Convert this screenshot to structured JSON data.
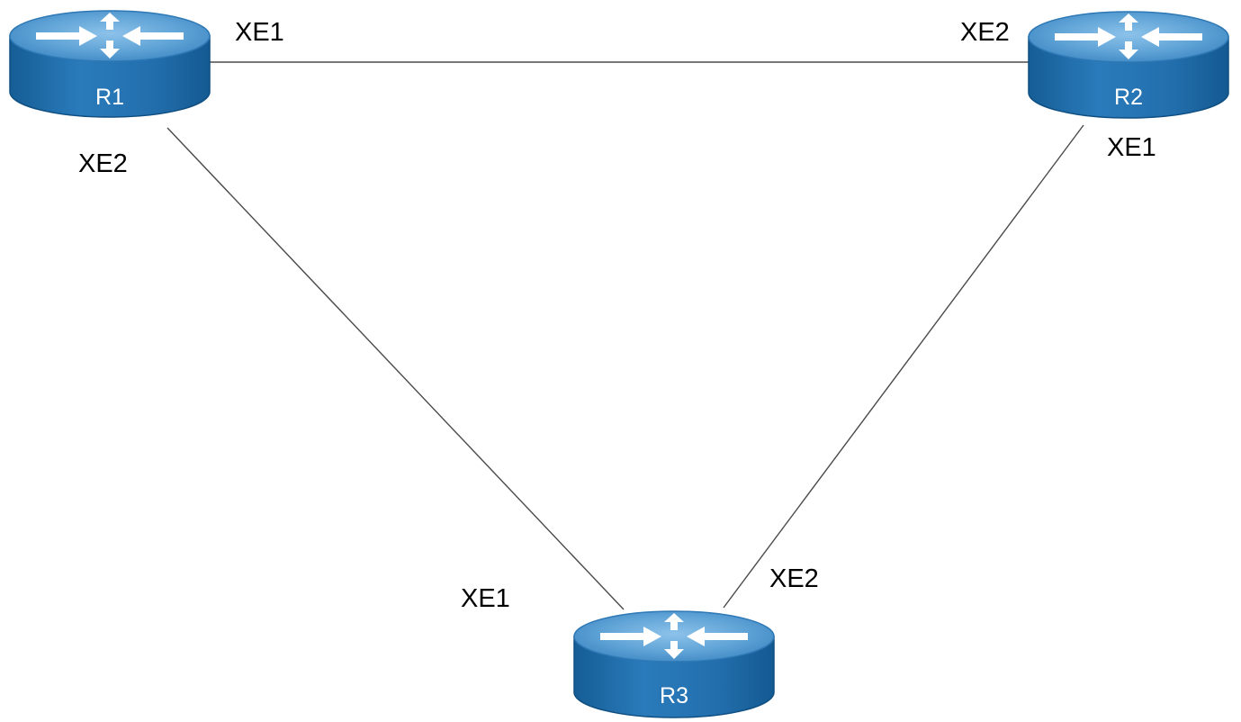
{
  "diagram": {
    "type": "network-topology",
    "colors": {
      "router_top": "#5fa3d6",
      "router_side": "#1f6aa5",
      "router_edge": "#0f4f82",
      "arrow": "#ffffff",
      "link": "#4a4a4a",
      "text": "#000000"
    },
    "routers": [
      {
        "id": "R1",
        "label": "R1",
        "icon": "router-icon"
      },
      {
        "id": "R2",
        "label": "R2",
        "icon": "router-icon"
      },
      {
        "id": "R3",
        "label": "R3",
        "icon": "router-icon"
      }
    ],
    "links": [
      {
        "id": "r1-r2",
        "from": "R1",
        "to": "R2",
        "from_port": "XE1",
        "to_port": "XE2"
      },
      {
        "id": "r1-r3",
        "from": "R1",
        "to": "R3",
        "from_port": "XE2",
        "to_port": "XE1"
      },
      {
        "id": "r2-r3",
        "from": "R2",
        "to": "R3",
        "from_port": "XE1",
        "to_port": "XE2"
      }
    ]
  }
}
